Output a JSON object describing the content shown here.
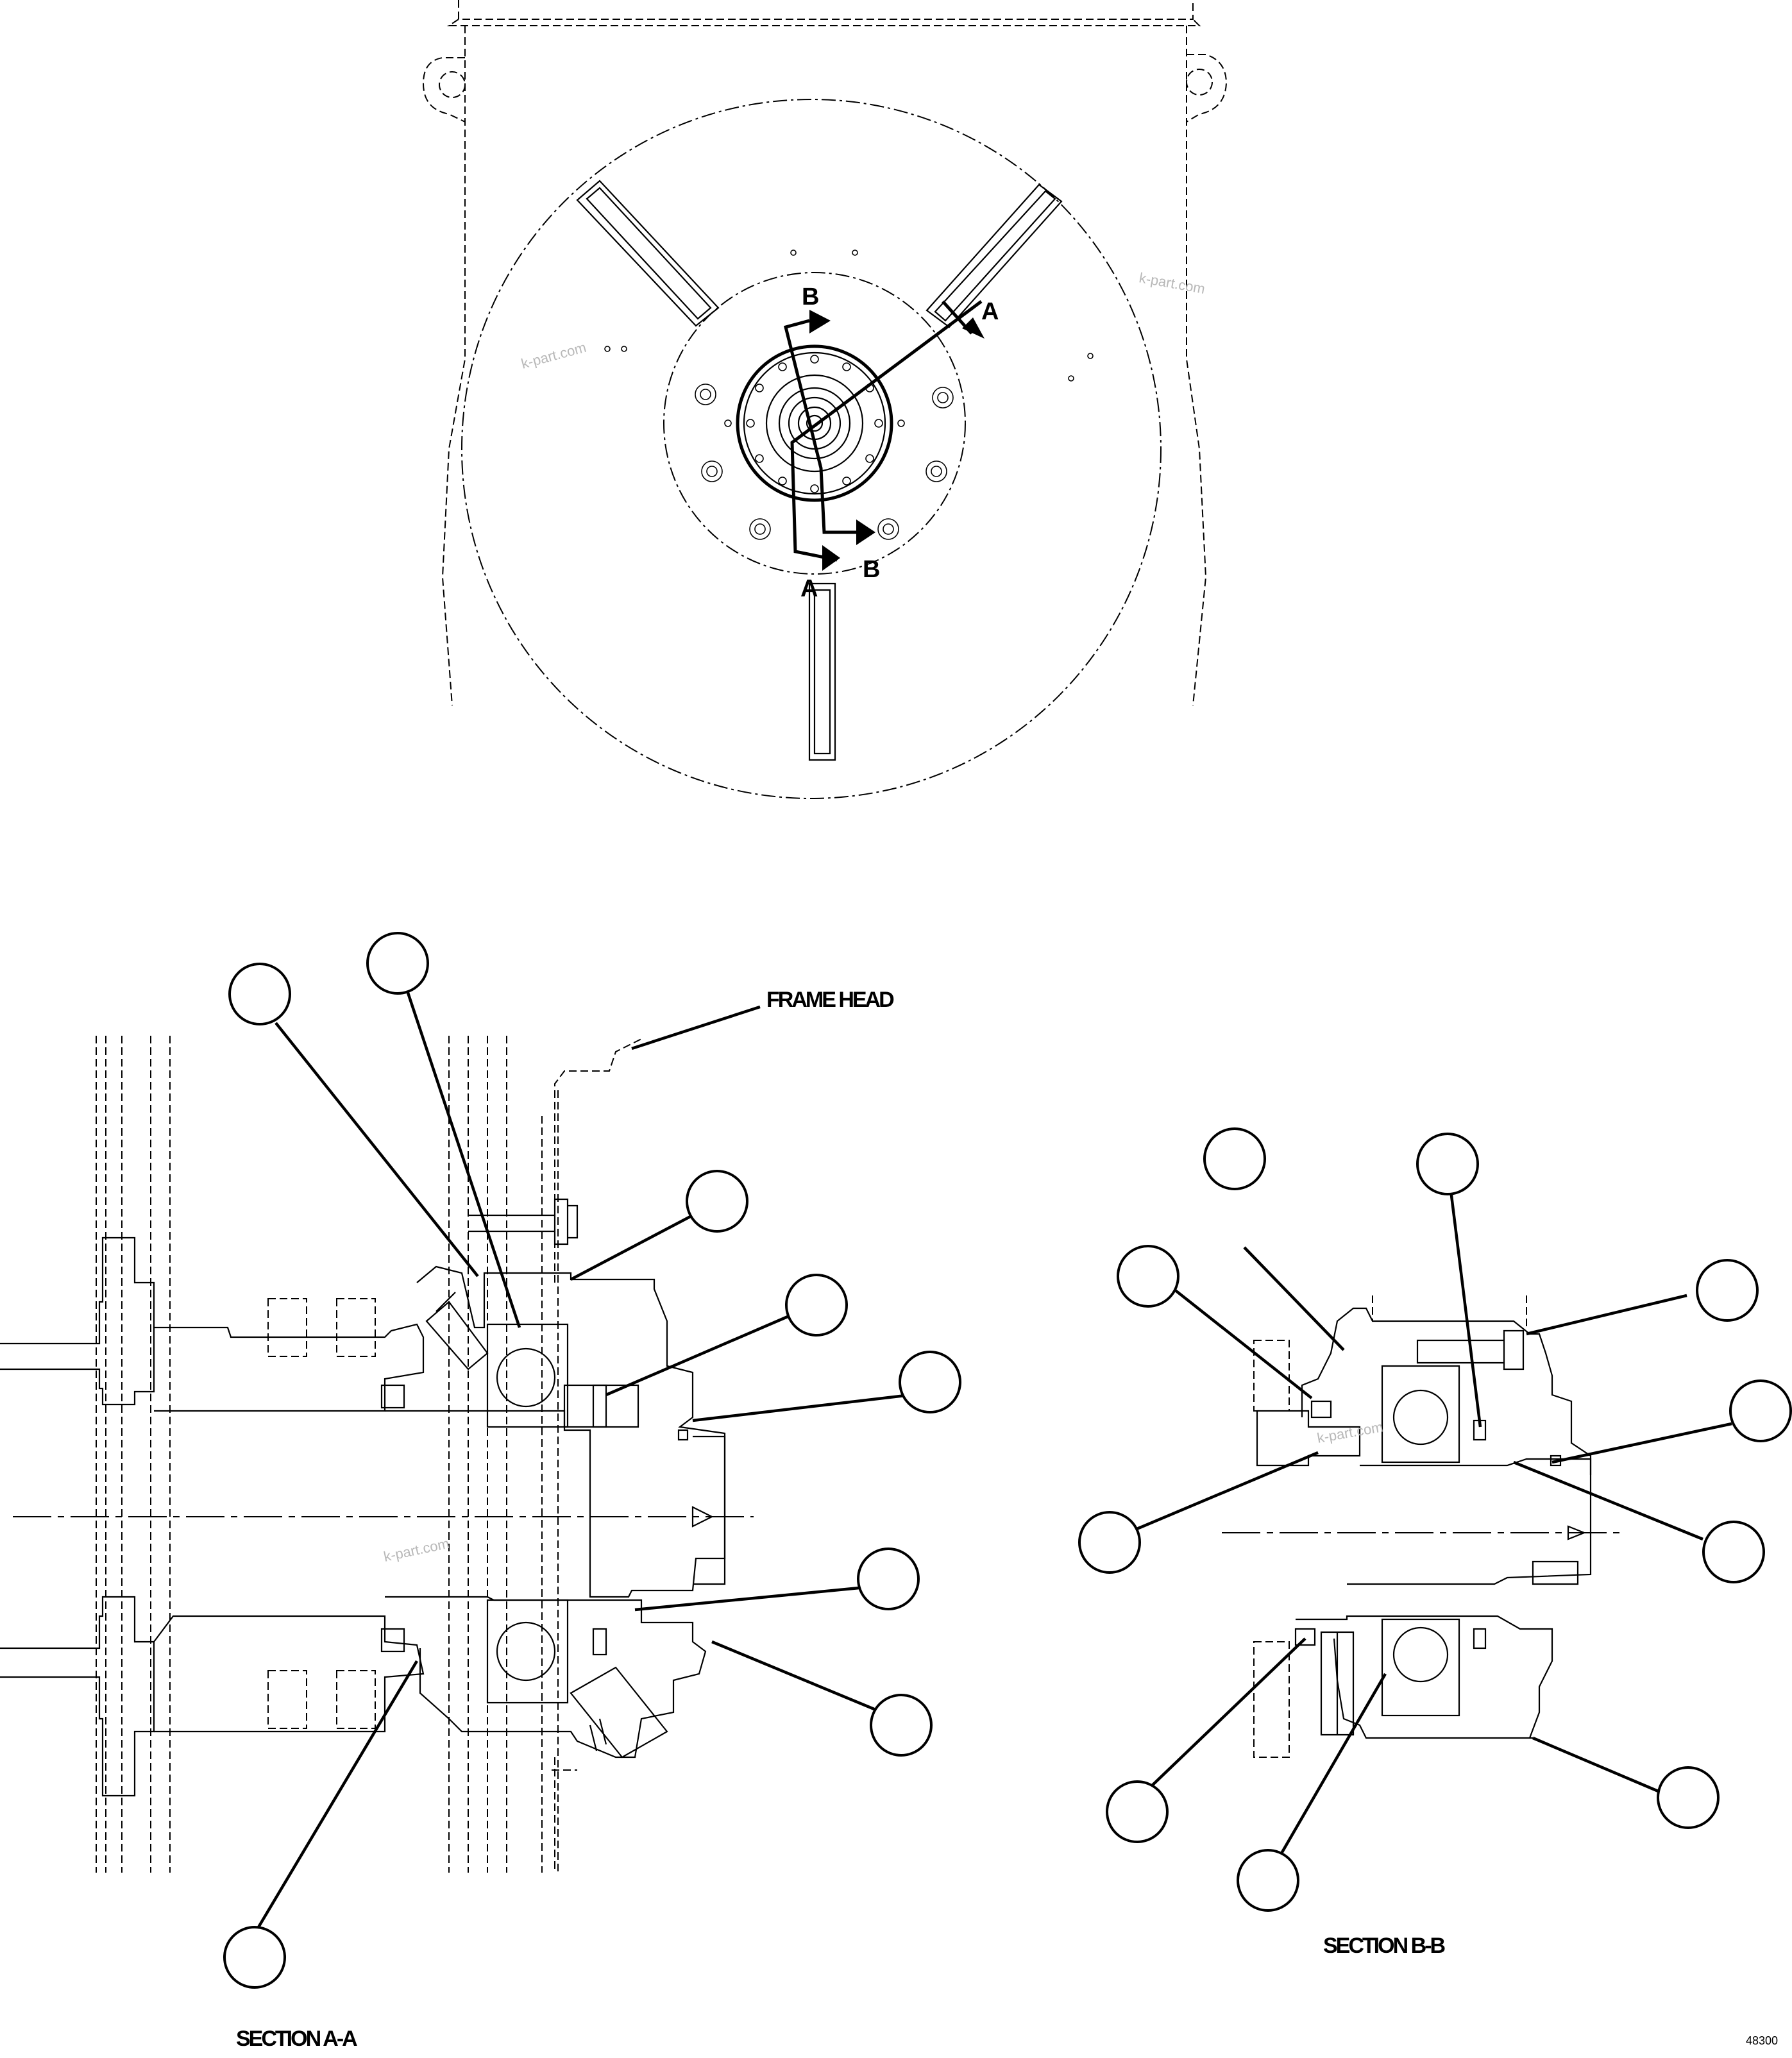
{
  "labels": {
    "frame_head": "FRAME HEAD",
    "section_aa": "SECTION A-A",
    "section_bb": "SECTION B-B",
    "arrow_a": "A",
    "arrow_b": "B",
    "watermark": "k-part.com",
    "drawing_code": "48300"
  }
}
